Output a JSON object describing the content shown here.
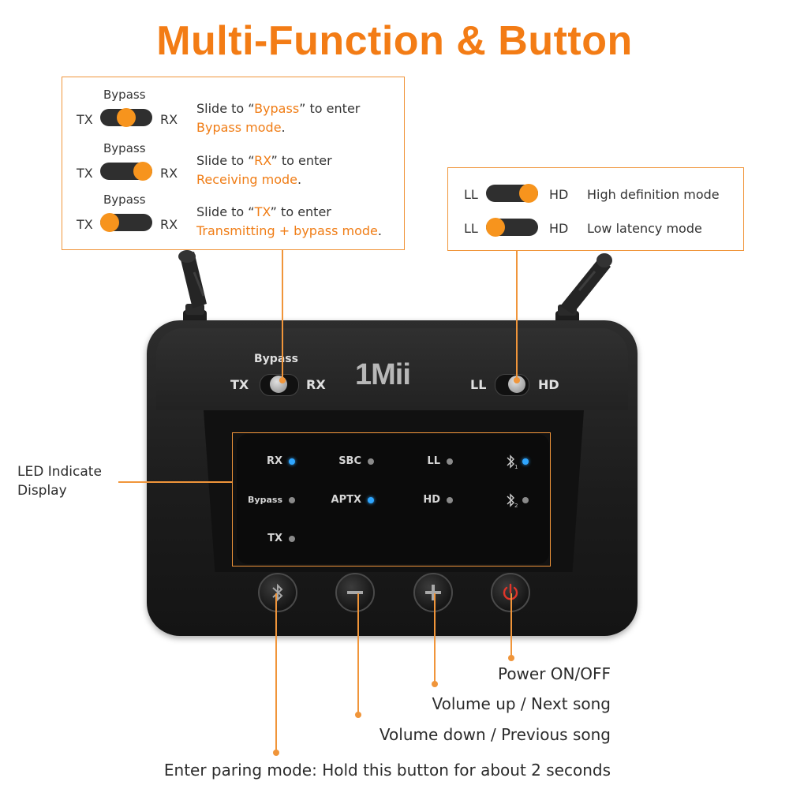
{
  "title": "Multi-Function & Button",
  "mode_switch": {
    "rows": [
      {
        "bypass_label": "Bypass",
        "left": "TX",
        "right": "RX",
        "knob": "center",
        "text_a": "Slide to “",
        "highlight": "Bypass",
        "text_b": "” to enter",
        "mode": "Bypass mode",
        "end": "."
      },
      {
        "bypass_label": "Bypass",
        "left": "TX",
        "right": "RX",
        "knob": "right",
        "text_a": "Slide to “",
        "highlight": "RX",
        "text_b": "” to enter",
        "mode": "Receiving mode",
        "end": "."
      },
      {
        "bypass_label": "Bypass",
        "left": "TX",
        "right": "RX",
        "knob": "left",
        "text_a": "Slide to “",
        "highlight": "TX",
        "text_b": "” to enter",
        "mode": "Transmitting + bypass mode",
        "end": "."
      }
    ]
  },
  "codec_switch": {
    "rows": [
      {
        "left": "LL",
        "right": "HD",
        "knob": "right",
        "desc": "High definition mode"
      },
      {
        "left": "LL",
        "right": "HD",
        "knob": "left",
        "desc": "Low latency mode"
      }
    ]
  },
  "device": {
    "brand": "1Mii",
    "switch1": {
      "top": "Bypass",
      "left": "TX",
      "right": "RX"
    },
    "switch2": {
      "left": "LL",
      "right": "HD"
    },
    "leds": [
      {
        "label": "RX",
        "on": true
      },
      {
        "label": "SBC",
        "on": false
      },
      {
        "label": "LL",
        "on": false
      },
      {
        "label": "BT1",
        "on": true
      },
      {
        "label": "Bypass",
        "on": false
      },
      {
        "label": "APTX",
        "on": true
      },
      {
        "label": "HD",
        "on": false
      },
      {
        "label": "BT2",
        "on": false
      },
      {
        "label": "TX",
        "on": false
      }
    ],
    "buttons": [
      {
        "icon": "bluetooth-icon"
      },
      {
        "icon": "minus-icon"
      },
      {
        "icon": "plus-icon"
      },
      {
        "icon": "power-icon"
      }
    ],
    "colors": {
      "accent": "#f37c15",
      "led_on": "#2fa6ff",
      "power": "#e0352a"
    }
  },
  "callouts": {
    "led_line1": "LED Indicate",
    "led_line2": "Display",
    "power": "Power ON/OFF",
    "vol_up": "Volume up / Next song",
    "vol_down": "Volume down / Previous song",
    "pairing": "Enter paring mode: Hold this button for about 2 seconds"
  }
}
